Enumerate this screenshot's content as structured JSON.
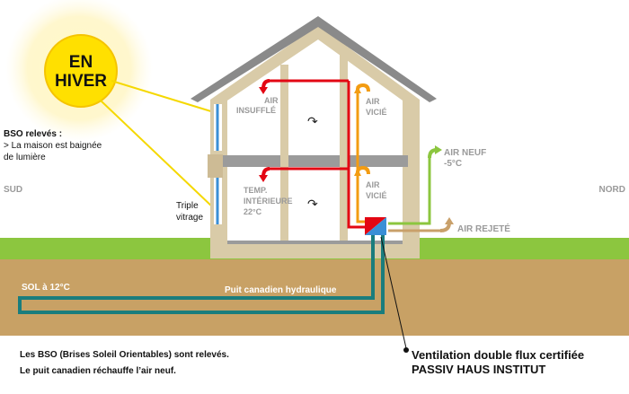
{
  "sun": {
    "line1": "EN",
    "line2": "HIVER"
  },
  "bso_note": {
    "title": "BSO relevés :",
    "line1": "> La maison est baignée",
    "line2": "de lumière"
  },
  "orientation": {
    "south": "SUD",
    "north": "NORD"
  },
  "window_label": {
    "line1": "Triple",
    "line2": "vitrage"
  },
  "rooms": {
    "air_insuffle_1": "AIR",
    "air_insuffle_2": "INSUFFLÉ",
    "air_vicie_top_1": "AIR",
    "air_vicie_top_2": "VICIÉ",
    "air_vicie_bottom_1": "AIR",
    "air_vicie_bottom_2": "VICIÉ",
    "temp_1": "TEMP.",
    "temp_2": "INTÉRIEURE",
    "temp_3": "22°C"
  },
  "outside": {
    "air_neuf_1": "AIR NEUF",
    "air_neuf_2": "-5°C",
    "air_rejete": "AIR REJETÉ"
  },
  "ground": {
    "soil_temp": "SOL à 12°C",
    "well_label": "Puit canadien hydraulique"
  },
  "footer": {
    "line1": "Les BSO (Brises Soleil Orientables) sont relevés.",
    "line2": "Le puit canadien réchauffe l’air neuf.",
    "vent_1": "Ventilation double flux certifiée",
    "vent_2": "PASSIV HAUS INSTITUT"
  },
  "colors": {
    "sun_core": "#ffe000",
    "sun_glow": "#fff6b8",
    "grass": "#8cc63f",
    "soil": "#c8a165",
    "wall": "#d9cba8",
    "roof": "#8a8a8a",
    "red_duct": "#e30613",
    "orange_duct": "#f39c12",
    "green_duct": "#8cc63f",
    "teal_pipe": "#1a7d7d",
    "window_blue": "#3a8fd6",
    "exhaust": "#c9a06a"
  }
}
